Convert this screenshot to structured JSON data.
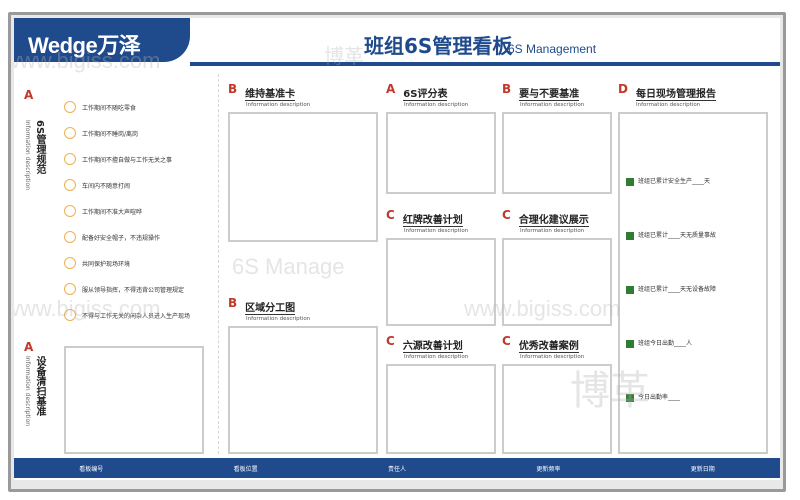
{
  "header": {
    "brand": "Wedge万泽",
    "title": "班组6S管理看板",
    "subtitle": "6S Management"
  },
  "left_panel": {
    "letter": "A",
    "title": "6S管理规范",
    "desc": "Information description",
    "items": [
      "工作期间不随吃零食",
      "工作期间不睡岗/离岗",
      "工作期间不擅自做与工作无关之事",
      "车间内不随意打闹",
      "工作期间不准大声喧哗",
      "配备好安全帽子，不违规操作",
      "共同保护现场环境",
      "服从领导指挥，不得违背公司管理规定",
      "不得与工作无关的闲杂人员进入生产现场"
    ]
  },
  "left_bottom": {
    "letter": "A",
    "title": "设备清扫基准",
    "desc": "Information description"
  },
  "sections": {
    "b1": {
      "letter": "B",
      "label": "维持基准卡",
      "desc": "Information description"
    },
    "b2": {
      "letter": "B",
      "label": "区域分工图",
      "desc": "Information description"
    },
    "a1": {
      "letter": "A",
      "label": "6S评分表",
      "desc": "Information description"
    },
    "b3": {
      "letter": "B",
      "label": "要与不要基准",
      "desc": "Information description"
    },
    "d1": {
      "letter": "D",
      "label": "每日现场管理报告",
      "desc": "Information description"
    },
    "c1": {
      "letter": "C",
      "label": "红牌改善计划",
      "desc": "Information description"
    },
    "c2": {
      "letter": "C",
      "label": "合理化建议展示",
      "desc": "Information description"
    },
    "c3": {
      "letter": "C",
      "label": "六源改善计划",
      "desc": "Information description"
    },
    "c4": {
      "letter": "C",
      "label": "优秀改善案例",
      "desc": "Information description"
    }
  },
  "report_lines": [
    "班组已累计安全生产____天",
    "班组已累计____天无质量事故",
    "班组已累计____天无设备故障",
    "班组今日出勤____人",
    "今日出勤率____"
  ],
  "footer": {
    "items": [
      "看板编号",
      "看板位置",
      "责任人",
      "更新频率",
      "更新日期"
    ]
  },
  "watermark": {
    "url": "www.bigiss.com",
    "text": "6S Manage",
    "brand": "博革"
  }
}
